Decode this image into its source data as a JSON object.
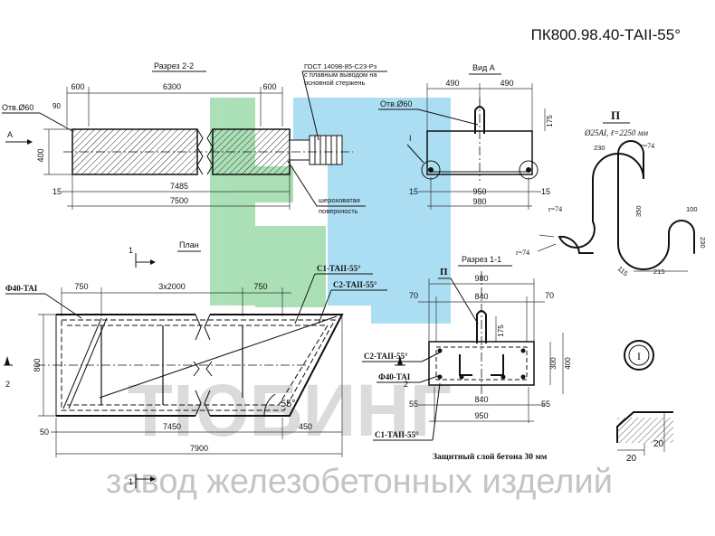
{
  "title": "ПК800.98.40-ТАII-55°",
  "section_2_2": {
    "label": "Разрез 2-2",
    "hole": "Отв.Ø60",
    "view_arrow": "А",
    "top_dims": [
      "600",
      "6300",
      "600"
    ],
    "dim_90": "90",
    "dim_400": "400",
    "dim_15": "15",
    "dim_7485": "7485",
    "dim_7500": "7500",
    "gost_note_1": "ГОСТ 14098-85-С23-Рз",
    "gost_note_2": "с плавным выводом на",
    "gost_note_3": "основной стержень",
    "rough_note_1": "шероховатая",
    "rough_note_2": "поверхность"
  },
  "view_a": {
    "label": "Вид А",
    "hole": "Отв.Ø60",
    "dims_top": [
      "490",
      "490"
    ],
    "dim_175": "175",
    "dim_15_left": "15",
    "dim_950": "950",
    "dim_15_right": "15",
    "dim_980": "980",
    "mark_1": "I"
  },
  "detail_p": {
    "label": "П",
    "spec": "Ø25АI, ℓ=2250 мм",
    "dims": [
      "230",
      "r=74",
      "r=74",
      "r=74",
      "350",
      "100",
      "230",
      "115",
      "215"
    ]
  },
  "plan": {
    "label": "План",
    "mark_1": "1",
    "mark_2": "2",
    "rebar_f40": "Ф40-ТАI",
    "c1": "С1-ТАII-55°",
    "c2": "С2-ТАII-55°",
    "top_dims": [
      "750",
      "3x2000",
      "750"
    ],
    "dim_800": "800",
    "angle": "55°",
    "dim_50": "50",
    "dim_7450": "7450",
    "dim_450": "450",
    "dim_7900": "7900"
  },
  "section_1_1": {
    "label": "Разрез 1-1",
    "mark_p": "П",
    "dim_980": "980",
    "dim_70_left": "70",
    "dim_840_top": "840",
    "dim_70_right": "70",
    "dim_175": "175",
    "dim_300": "300",
    "dim_400": "400",
    "dim_55_left": "55",
    "dim_840_bottom": "840",
    "dim_55_right": "55",
    "dim_950": "950",
    "c2": "С2-ТАII-55°",
    "f40": "Ф40-ТАI",
    "c1": "С1-ТАII-55°"
  },
  "detail_i": {
    "mark": "I",
    "dim_20_bottom": "20",
    "dim_20_side": "20"
  },
  "protective_layer": "Защитный слой бетона 30 мм",
  "watermark": {
    "brand": "ТЮБИНГ",
    "tagline": "завод железобетонных изделий",
    "green": "#8fd6a0",
    "blue": "#8fd3ee"
  }
}
